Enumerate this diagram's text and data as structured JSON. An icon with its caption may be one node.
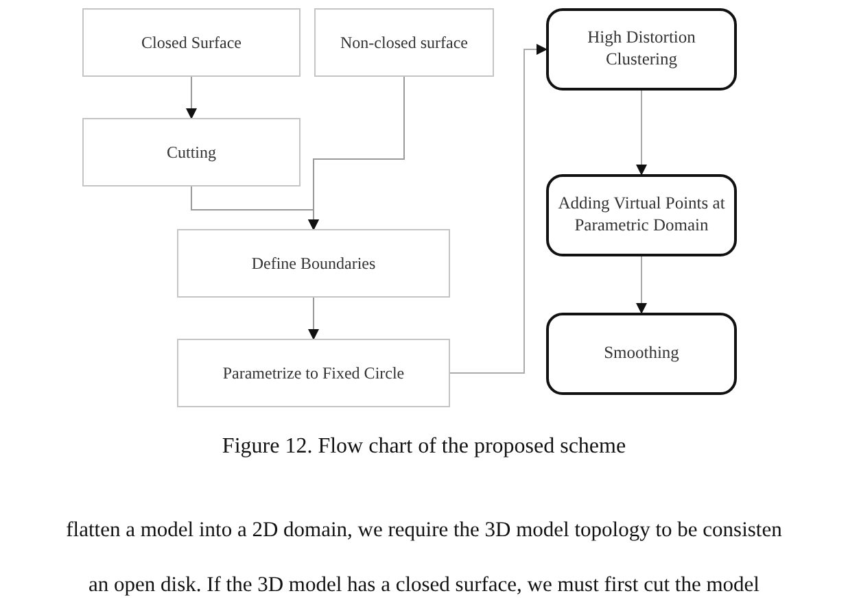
{
  "diagram": {
    "caption": "Figure 12. Flow chart of the proposed scheme",
    "nodes": [
      {
        "text": [
          "Closed Surface"
        ]
      },
      {
        "text": [
          "Non-closed surface"
        ]
      },
      {
        "text": [
          "Cutting"
        ]
      },
      {
        "text": [
          "Define Boundaries"
        ]
      },
      {
        "text": [
          "Parametrize to Fixed Circle"
        ]
      },
      {
        "text": [
          "High Distortion Clustering"
        ]
      },
      {
        "text": [
          "Adding Virtual Points at Parametric Domain"
        ]
      },
      {
        "text": [
          "Smoothing"
        ]
      }
    ],
    "edges": [
      {
        "from": 0,
        "to": 2,
        "arrow": "to"
      },
      {
        "from": 2,
        "to": 3,
        "arrow": "to"
      },
      {
        "from": 1,
        "to": 3,
        "arrow": "to"
      },
      {
        "from": 3,
        "to": 4,
        "arrow": "to"
      },
      {
        "from": 4,
        "to": 5,
        "arrow": "to"
      },
      {
        "from": 5,
        "to": 6,
        "arrow": "to"
      },
      {
        "from": 6,
        "to": 7,
        "arrow": "to"
      }
    ],
    "labels": [
      "flatten a model into a 2D domain, we require the 3D model topology to be consisten",
      "an open disk. If the 3D model has a closed surface, we must first cut the model"
    ]
  }
}
